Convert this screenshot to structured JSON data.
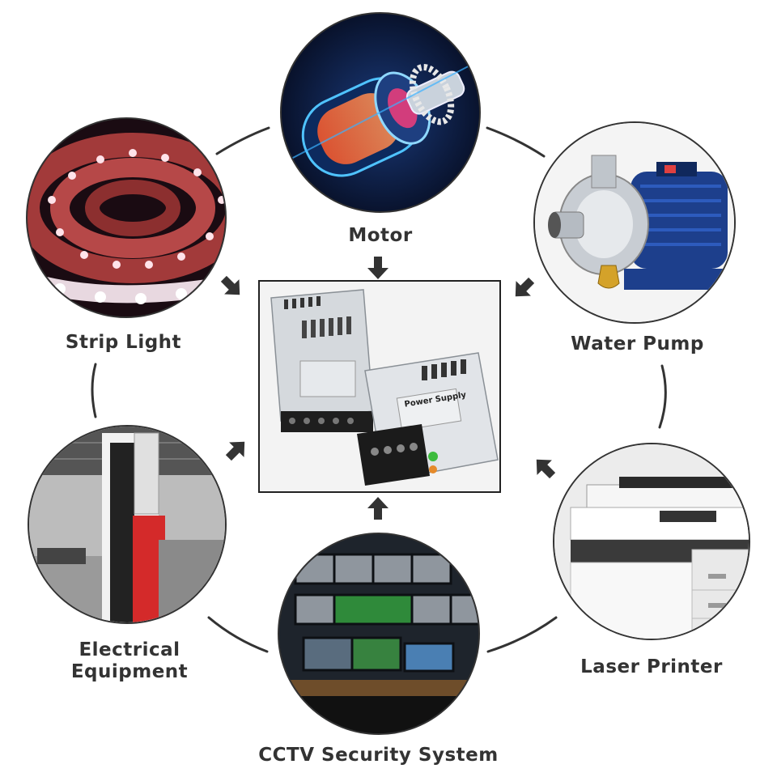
{
  "center": {
    "image": "power-supply-units",
    "product_text": "Power Supply"
  },
  "applications": [
    {
      "id": "motor",
      "label": "Motor",
      "image": "motor-cutaway"
    },
    {
      "id": "water-pump",
      "label": "Water Pump",
      "image": "water-pump"
    },
    {
      "id": "laser-printer",
      "label": "Laser Printer",
      "image": "laser-printer"
    },
    {
      "id": "cctv",
      "label": "CCTV Security System",
      "image": "cctv-monitor-wall"
    },
    {
      "id": "electrical-equipment",
      "label_line1": "Electrical",
      "label_line2": "Equipment",
      "image": "industrial-machine"
    },
    {
      "id": "strip-light",
      "label": "Strip Light",
      "image": "led-strip-reel"
    }
  ],
  "colors": {
    "line": "#333333",
    "arrow": "#333333",
    "text": "#333333"
  }
}
